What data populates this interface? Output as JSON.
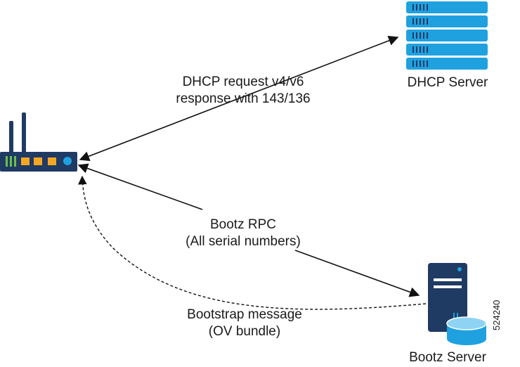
{
  "labels": {
    "dhcp_exchange": [
      "DHCP request v4/v6",
      "response with 143/136"
    ],
    "bootz_rpc": [
      "Bootz RPC",
      "(All serial numbers)"
    ],
    "bootstrap_message": [
      "Bootstrap message",
      "(OV bundle)"
    ],
    "dhcp_server": "DHCP Server",
    "bootz_server": "Bootz Server"
  },
  "figure_id": "524240",
  "colors": {
    "device_dark": "#1f3a63",
    "server_blue": "#1fa1e0",
    "port_green": "#6cc04a",
    "port_orange": "#f5a623",
    "arrow": "#111111"
  },
  "icons": {
    "router": "router-icon",
    "dhcp_server": "rack-server-icon",
    "bootz_server": "tower-server-database-icon"
  }
}
